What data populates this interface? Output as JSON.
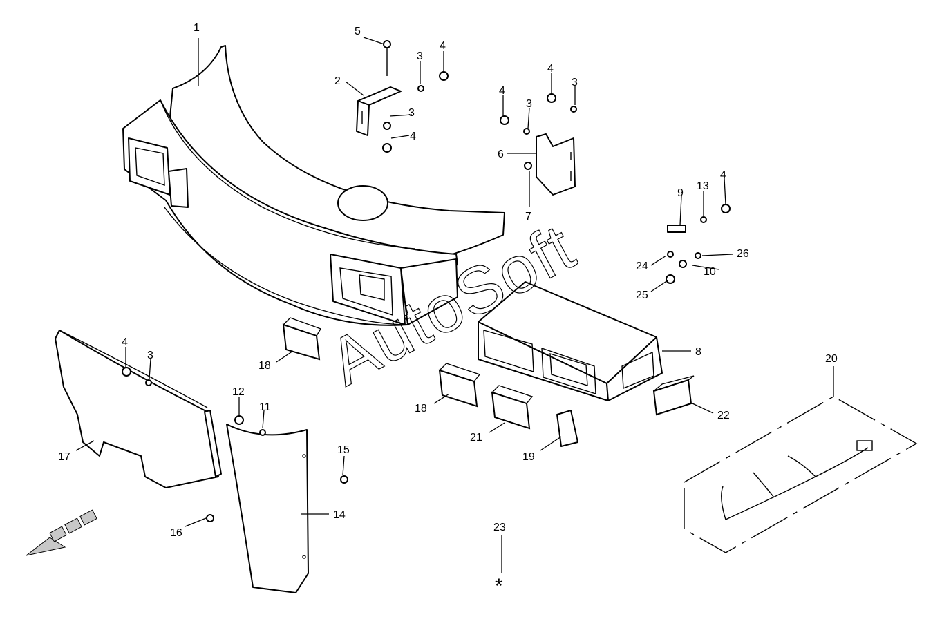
{
  "watermark": "AutoSoft",
  "symbols": {
    "asterisk": "*"
  },
  "callouts": {
    "c1": "1",
    "c2": "2",
    "c3a": "3",
    "c3b": "3",
    "c3c": "3",
    "c3d": "3",
    "c3e": "3",
    "c4a": "4",
    "c4b": "4",
    "c4c": "4",
    "c4d": "4",
    "c4e": "4",
    "c4f": "4",
    "c5": "5",
    "c6": "6",
    "c7": "7",
    "c8": "8",
    "c9": "9",
    "c10": "10",
    "c11": "11",
    "c12": "12",
    "c13": "13",
    "c14": "14",
    "c15": "15",
    "c16": "16",
    "c17": "17",
    "c18a": "18",
    "c18b": "18",
    "c19": "19",
    "c20": "20",
    "c21": "21",
    "c22": "22",
    "c23": "23",
    "c24": "24",
    "c25": "25",
    "c26": "26"
  },
  "colors": {
    "line": "#000000",
    "background": "#ffffff",
    "arrow_fill": "#c8c8c8"
  }
}
